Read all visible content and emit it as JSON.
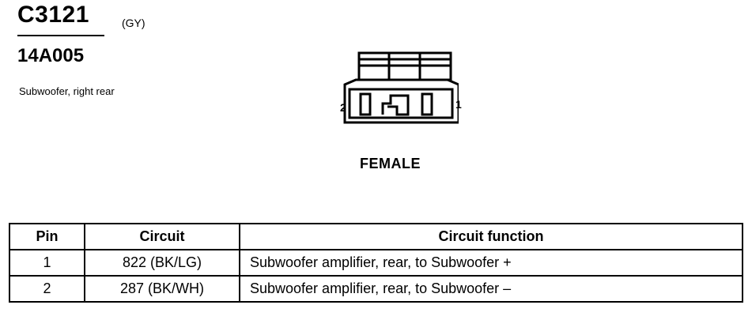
{
  "connector": {
    "id": "C3121",
    "color_code": "(GY)",
    "part_number": "14A005",
    "description": "Subwoofer, right rear",
    "gender": "FEMALE",
    "pin_labels": {
      "left": "2",
      "right": "1"
    }
  },
  "pin_table": {
    "headers": {
      "pin": "Pin",
      "circuit": "Circuit",
      "function": "Circuit function"
    },
    "rows": [
      {
        "pin": "1",
        "circuit": "822 (BK/LG)",
        "function": "Subwoofer amplifier, rear, to Subwoofer +"
      },
      {
        "pin": "2",
        "circuit": "287 (BK/WH)",
        "function": "Subwoofer amplifier, rear, to Subwoofer –"
      }
    ]
  }
}
